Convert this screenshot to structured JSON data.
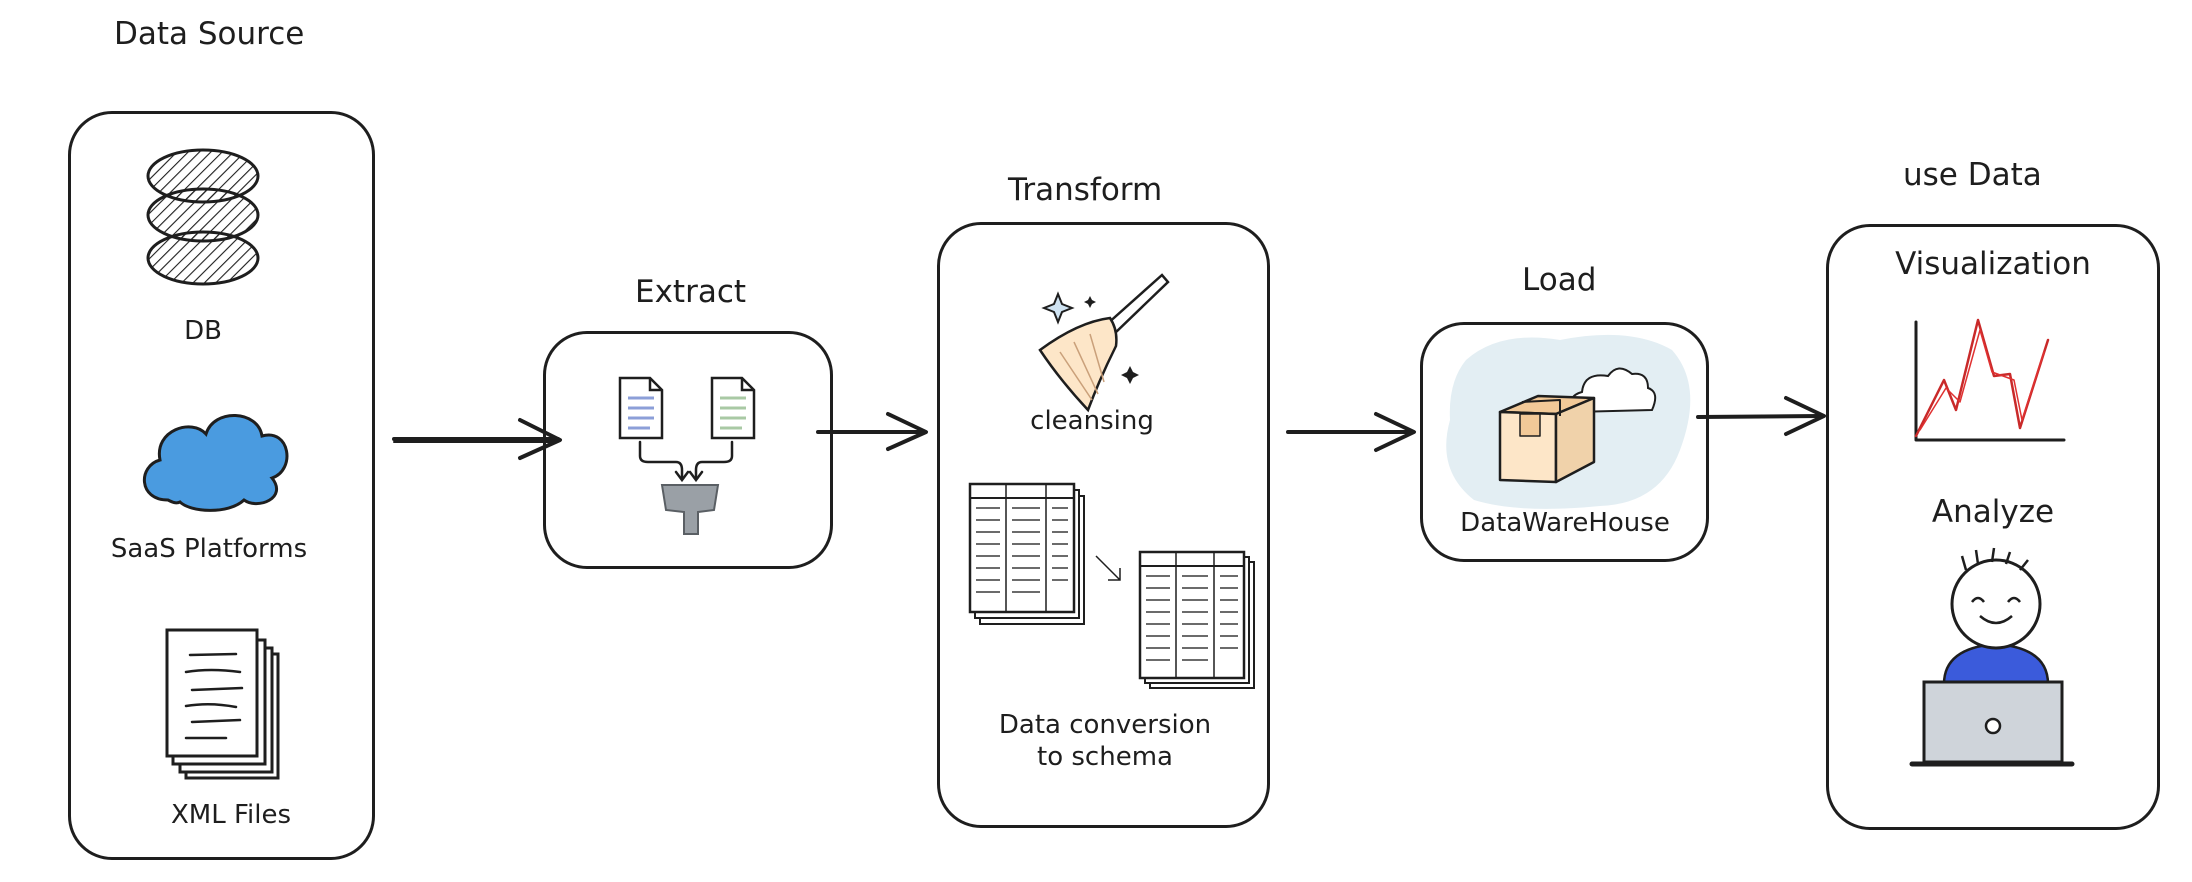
{
  "sections": {
    "source": {
      "title": "Data Source",
      "items": {
        "db": "DB",
        "saas": "SaaS Platforms",
        "xml": "XML Files"
      }
    },
    "extract": {
      "title": "Extract"
    },
    "transform": {
      "title": "Transform",
      "cleansing": "cleansing",
      "conversion_line1": "Data conversion",
      "conversion_line2": "to schema"
    },
    "load": {
      "title": "Load",
      "warehouse": "DataWareHouse"
    },
    "use": {
      "title": "use Data",
      "visualization": "Visualization",
      "analyze": "Analyze"
    }
  },
  "colors": {
    "stroke": "#1e1e1e",
    "cloud_blue": "#4a9be0",
    "chart_red": "#c92a2a",
    "person_blue": "#3b5bdb",
    "laptop_gray": "#cfd4da",
    "funnel_gray": "#9aa0a6",
    "warehouse_bg": "#e3eef3",
    "box_fill": "#fde6c8"
  },
  "icons": [
    "database-icon",
    "cloud-icon",
    "documents-icon",
    "file-icon",
    "funnel-icon",
    "broom-icon",
    "sparkle-icon",
    "table-icon",
    "box-icon",
    "line-chart-icon",
    "person-laptop-icon",
    "arrow-icon"
  ]
}
